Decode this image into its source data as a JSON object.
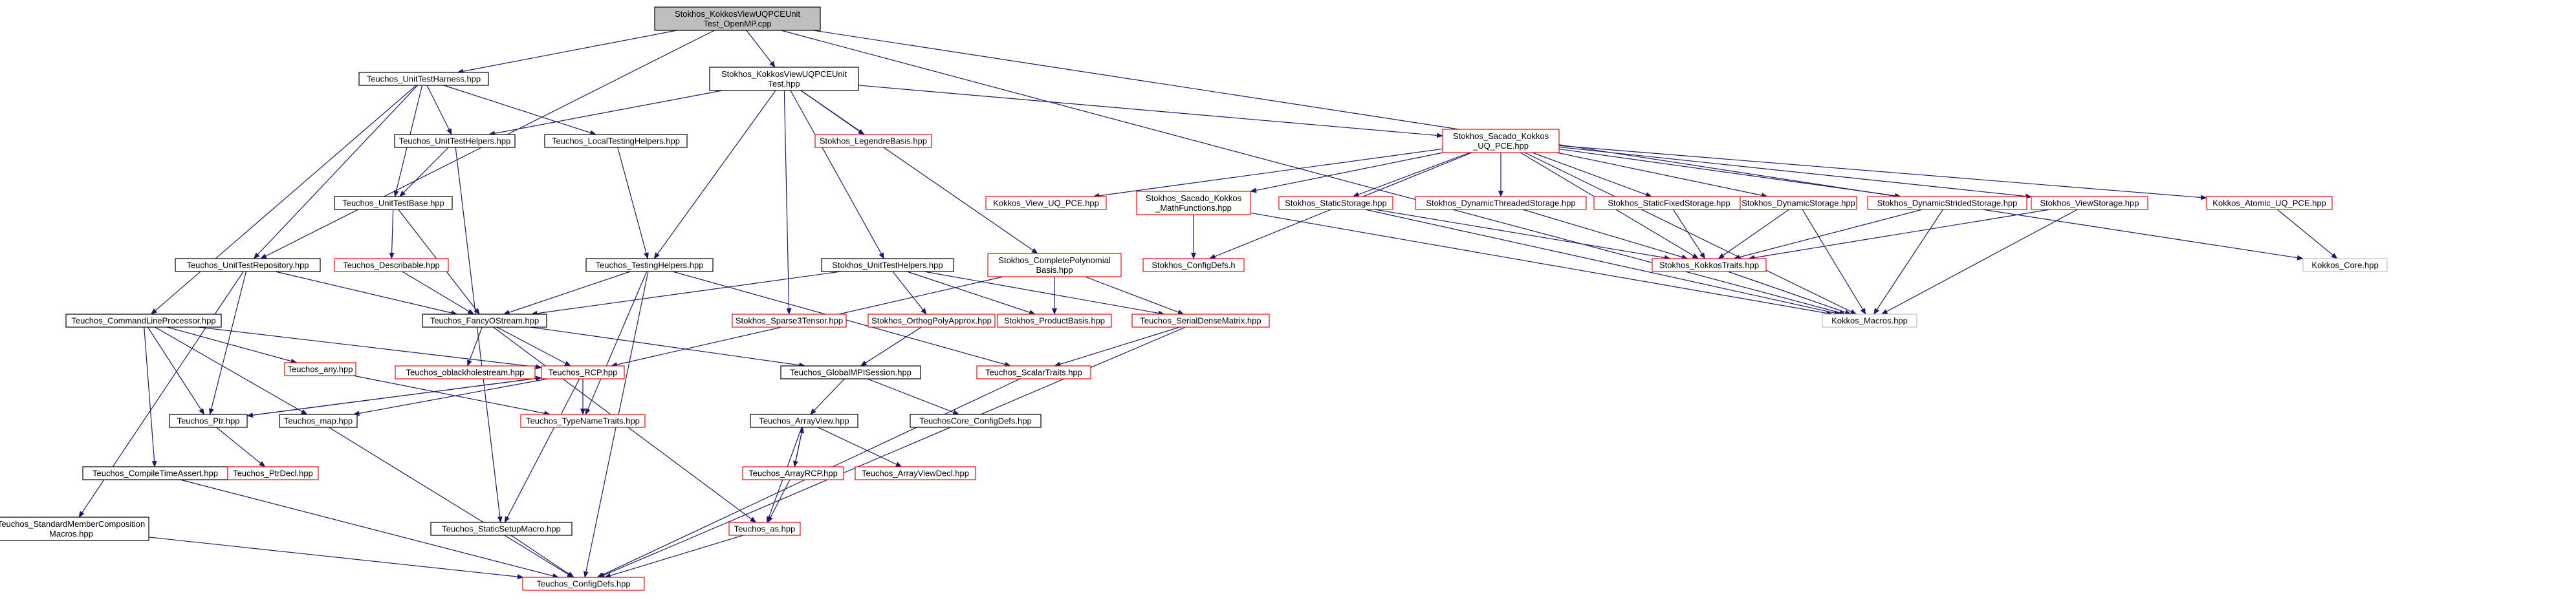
{
  "colors": {
    "edge": "#191970",
    "border_normal": "#000000",
    "border_missing": "#ff0000",
    "border_external": "#bfbfbf",
    "fill_root": "#bfbfbf",
    "fill_default": "#ffffff"
  },
  "nodes": [
    {
      "id": "root",
      "lines": [
        "Stokhos_KokkosViewUQPCEUnit",
        "Test_OpenMP.cpp"
      ],
      "style": "root"
    },
    {
      "id": "harness",
      "lines": [
        "Teuchos_UnitTestHarness.hpp"
      ],
      "style": "normal"
    },
    {
      "id": "kvtest",
      "lines": [
        "Stokhos_KokkosViewUQPCEUnit",
        "Test.hpp"
      ],
      "style": "normal"
    },
    {
      "id": "uthelpers",
      "lines": [
        "Teuchos_UnitTestHelpers.hpp"
      ],
      "style": "normal"
    },
    {
      "id": "localhelpers",
      "lines": [
        "Teuchos_LocalTestingHelpers.hpp"
      ],
      "style": "normal"
    },
    {
      "id": "legendre",
      "lines": [
        "Stokhos_LegendreBasis.hpp"
      ],
      "style": "missing"
    },
    {
      "id": "sacadouq",
      "lines": [
        "Stokhos_Sacado_Kokkos",
        "_UQ_PCE.hpp"
      ],
      "style": "missing"
    },
    {
      "id": "utbase",
      "lines": [
        "Teuchos_UnitTestBase.hpp"
      ],
      "style": "normal"
    },
    {
      "id": "viewuq",
      "lines": [
        "Kokkos_View_UQ_PCE.hpp"
      ],
      "style": "missing"
    },
    {
      "id": "mathfn",
      "lines": [
        "Stokhos_Sacado_Kokkos",
        "_MathFunctions.hpp"
      ],
      "style": "missing"
    },
    {
      "id": "staticstor",
      "lines": [
        "Stokhos_StaticStorage.hpp"
      ],
      "style": "missing"
    },
    {
      "id": "dynthreaded",
      "lines": [
        "Stokhos_DynamicThreadedStorage.hpp"
      ],
      "style": "missing"
    },
    {
      "id": "staticfixed",
      "lines": [
        "Stokhos_StaticFixedStorage.hpp"
      ],
      "style": "missing"
    },
    {
      "id": "dynstor",
      "lines": [
        "Stokhos_DynamicStorage.hpp"
      ],
      "style": "missing"
    },
    {
      "id": "dynstrided",
      "lines": [
        "Stokhos_DynamicStridedStorage.hpp"
      ],
      "style": "missing"
    },
    {
      "id": "viewstor",
      "lines": [
        "Stokhos_ViewStorage.hpp"
      ],
      "style": "missing"
    },
    {
      "id": "atomicuq",
      "lines": [
        "Kokkos_Atomic_UQ_PCE.hpp"
      ],
      "style": "missing"
    },
    {
      "id": "describable",
      "lines": [
        "Teuchos_Describable.hpp"
      ],
      "style": "missing"
    },
    {
      "id": "configdefsh",
      "lines": [
        "Stokhos_ConfigDefs.h"
      ],
      "style": "missing"
    },
    {
      "id": "kokkostraits",
      "lines": [
        "Stokhos_KokkosTraits.hpp"
      ],
      "style": "missing"
    },
    {
      "id": "kokkoscore",
      "lines": [
        "Kokkos_Core.hpp"
      ],
      "style": "external"
    },
    {
      "id": "utrepo",
      "lines": [
        "Teuchos_UnitTestRepository.hpp"
      ],
      "style": "normal"
    },
    {
      "id": "testinghelpers",
      "lines": [
        "Teuchos_TestingHelpers.hpp"
      ],
      "style": "normal"
    },
    {
      "id": "stokhosuthelpers",
      "lines": [
        "Stokhos_UnitTestHelpers.hpp"
      ],
      "style": "normal"
    },
    {
      "id": "complpoly",
      "lines": [
        "Stokhos_CompletePolynomial",
        "Basis.hpp"
      ],
      "style": "missing"
    },
    {
      "id": "cmdline",
      "lines": [
        "Teuchos_CommandLineProcessor.hpp"
      ],
      "style": "normal"
    },
    {
      "id": "fancyos",
      "lines": [
        "Teuchos_FancyOStream.hpp"
      ],
      "style": "normal"
    },
    {
      "id": "sparse3",
      "lines": [
        "Stokhos_Sparse3Tensor.hpp"
      ],
      "style": "missing"
    },
    {
      "id": "orthog",
      "lines": [
        "Stokhos_OrthogPolyApprox.hpp"
      ],
      "style": "missing"
    },
    {
      "id": "productbasis",
      "lines": [
        "Stokhos_ProductBasis.hpp"
      ],
      "style": "missing"
    },
    {
      "id": "serialdense",
      "lines": [
        "Teuchos_SerialDenseMatrix.hpp"
      ],
      "style": "missing"
    },
    {
      "id": "kokkosmacros",
      "lines": [
        "Kokkos_Macros.hpp"
      ],
      "style": "external"
    },
    {
      "id": "any",
      "lines": [
        "Teuchos_any.hpp"
      ],
      "style": "missing"
    },
    {
      "id": "oblackhole",
      "lines": [
        "Teuchos_oblackholestream.hpp"
      ],
      "style": "missing"
    },
    {
      "id": "rcp",
      "lines": [
        "Teuchos_RCP.hpp"
      ],
      "style": "missing"
    },
    {
      "id": "globalmpi",
      "lines": [
        "Teuchos_GlobalMPISession.hpp"
      ],
      "style": "normal"
    },
    {
      "id": "scalartraits",
      "lines": [
        "Teuchos_ScalarTraits.hpp"
      ],
      "style": "missing"
    },
    {
      "id": "ptr",
      "lines": [
        "Teuchos_Ptr.hpp"
      ],
      "style": "normal"
    },
    {
      "id": "map",
      "lines": [
        "Teuchos_map.hpp"
      ],
      "style": "normal"
    },
    {
      "id": "typenametraits",
      "lines": [
        "Teuchos_TypeNameTraits.hpp"
      ],
      "style": "missing"
    },
    {
      "id": "coreconfigdefs",
      "lines": [
        "TeuchosCore_ConfigDefs.hpp"
      ],
      "style": "normal"
    },
    {
      "id": "arrayview",
      "lines": [
        "Teuchos_ArrayView.hpp"
      ],
      "style": "normal"
    },
    {
      "id": "comptimeassert",
      "lines": [
        "Teuchos_CompileTimeAssert.hpp"
      ],
      "style": "normal"
    },
    {
      "id": "ptrdecl",
      "lines": [
        "Teuchos_PtrDecl.hpp"
      ],
      "style": "missing"
    },
    {
      "id": "arrayrcp",
      "lines": [
        "Teuchos_ArrayRCP.hpp"
      ],
      "style": "missing"
    },
    {
      "id": "arrayviewdecl",
      "lines": [
        "Teuchos_ArrayViewDecl.hpp"
      ],
      "style": "missing"
    },
    {
      "id": "stdmember",
      "lines": [
        "Teuchos_StandardMemberComposition",
        "Macros.hpp"
      ],
      "style": "normal"
    },
    {
      "id": "staticsetup",
      "lines": [
        "Teuchos_StaticSetupMacro.hpp"
      ],
      "style": "normal"
    },
    {
      "id": "as",
      "lines": [
        "Teuchos_as.hpp"
      ],
      "style": "missing"
    },
    {
      "id": "configdefs",
      "lines": [
        "Teuchos_ConfigDefs.hpp"
      ],
      "style": "missing"
    }
  ],
  "edges": [
    [
      "root",
      "harness"
    ],
    [
      "root",
      "kvtest"
    ],
    [
      "root",
      "utrepo"
    ],
    [
      "root",
      "kokkoscore"
    ],
    [
      "root",
      "kokkosmacros"
    ],
    [
      "harness",
      "uthelpers"
    ],
    [
      "harness",
      "localhelpers"
    ],
    [
      "harness",
      "utbase"
    ],
    [
      "harness",
      "utrepo"
    ],
    [
      "harness",
      "cmdline"
    ],
    [
      "kvtest",
      "uthelpers"
    ],
    [
      "kvtest",
      "legendre"
    ],
    [
      "kvtest",
      "sacadouq"
    ],
    [
      "kvtest",
      "testinghelpers"
    ],
    [
      "kvtest",
      "stokhosuthelpers"
    ],
    [
      "kvtest",
      "complpoly"
    ],
    [
      "kvtest",
      "sparse3"
    ],
    [
      "sacadouq",
      "viewuq"
    ],
    [
      "sacadouq",
      "mathfn"
    ],
    [
      "sacadouq",
      "staticstor"
    ],
    [
      "sacadouq",
      "dynthreaded"
    ],
    [
      "sacadouq",
      "staticfixed"
    ],
    [
      "sacadouq",
      "dynstor"
    ],
    [
      "sacadouq",
      "dynstrided"
    ],
    [
      "sacadouq",
      "viewstor"
    ],
    [
      "sacadouq",
      "atomicuq"
    ],
    [
      "sacadouq",
      "configdefsh"
    ],
    [
      "sacadouq",
      "kokkostraits"
    ],
    [
      "sacadouq",
      "kokkosmacros"
    ],
    [
      "uthelpers",
      "utbase"
    ],
    [
      "uthelpers",
      "staticsetup"
    ],
    [
      "localhelpers",
      "testinghelpers"
    ],
    [
      "utbase",
      "describable"
    ],
    [
      "utbase",
      "fancyos"
    ],
    [
      "describable",
      "fancyos"
    ],
    [
      "mathfn",
      "configdefsh"
    ],
    [
      "mathfn",
      "kokkosmacros"
    ],
    [
      "staticstor",
      "kokkostraits"
    ],
    [
      "staticstor",
      "kokkosmacros"
    ],
    [
      "dynthreaded",
      "kokkostraits"
    ],
    [
      "staticfixed",
      "kokkostraits"
    ],
    [
      "dynstor",
      "kokkostraits"
    ],
    [
      "dynstor",
      "kokkosmacros"
    ],
    [
      "dynstrided",
      "kokkostraits"
    ],
    [
      "dynstrided",
      "kokkosmacros"
    ],
    [
      "viewstor",
      "kokkostraits"
    ],
    [
      "viewstor",
      "kokkosmacros"
    ],
    [
      "atomicuq",
      "kokkoscore"
    ],
    [
      "kokkostraits",
      "kokkosmacros"
    ],
    [
      "utrepo",
      "fancyos"
    ],
    [
      "utrepo",
      "ptr"
    ],
    [
      "utrepo",
      "stdmember"
    ],
    [
      "testinghelpers",
      "fancyos"
    ],
    [
      "testinghelpers",
      "typenametraits"
    ],
    [
      "testinghelpers",
      "scalartraits"
    ],
    [
      "testinghelpers",
      "configdefs"
    ],
    [
      "stokhosuthelpers",
      "fancyos"
    ],
    [
      "stokhosuthelpers",
      "orthog"
    ],
    [
      "stokhosuthelpers",
      "productbasis"
    ],
    [
      "stokhosuthelpers",
      "serialdense"
    ],
    [
      "complpoly",
      "productbasis"
    ],
    [
      "complpoly",
      "serialdense"
    ],
    [
      "complpoly",
      "rcp"
    ],
    [
      "cmdline",
      "any"
    ],
    [
      "cmdline",
      "rcp"
    ],
    [
      "cmdline",
      "ptr"
    ],
    [
      "cmdline",
      "map"
    ],
    [
      "cmdline",
      "comptimeassert"
    ],
    [
      "fancyos",
      "oblackhole"
    ],
    [
      "fancyos",
      "rcp"
    ],
    [
      "fancyos",
      "globalmpi"
    ],
    [
      "fancyos",
      "as"
    ],
    [
      "orthog",
      "globalmpi"
    ],
    [
      "serialdense",
      "scalartraits"
    ],
    [
      "serialdense",
      "configdefs"
    ],
    [
      "any",
      "typenametraits"
    ],
    [
      "rcp",
      "ptr"
    ],
    [
      "rcp",
      "map"
    ],
    [
      "rcp",
      "typenametraits"
    ],
    [
      "rcp",
      "staticsetup"
    ],
    [
      "ptr",
      "rcp"
    ],
    [
      "ptr",
      "ptrdecl"
    ],
    [
      "map",
      "configdefs"
    ],
    [
      "globalmpi",
      "arrayview"
    ],
    [
      "globalmpi",
      "coreconfigdefs"
    ],
    [
      "arrayview",
      "arrayrcp"
    ],
    [
      "arrayview",
      "arrayviewdecl"
    ],
    [
      "arrayview",
      "as"
    ],
    [
      "arrayrcp",
      "arrayview"
    ],
    [
      "arrayrcp",
      "as"
    ],
    [
      "scalartraits",
      "configdefs"
    ],
    [
      "comptimeassert",
      "configdefs"
    ],
    [
      "stdmember",
      "configdefs"
    ],
    [
      "staticsetup",
      "configdefs"
    ],
    [
      "as",
      "configdefs"
    ]
  ]
}
